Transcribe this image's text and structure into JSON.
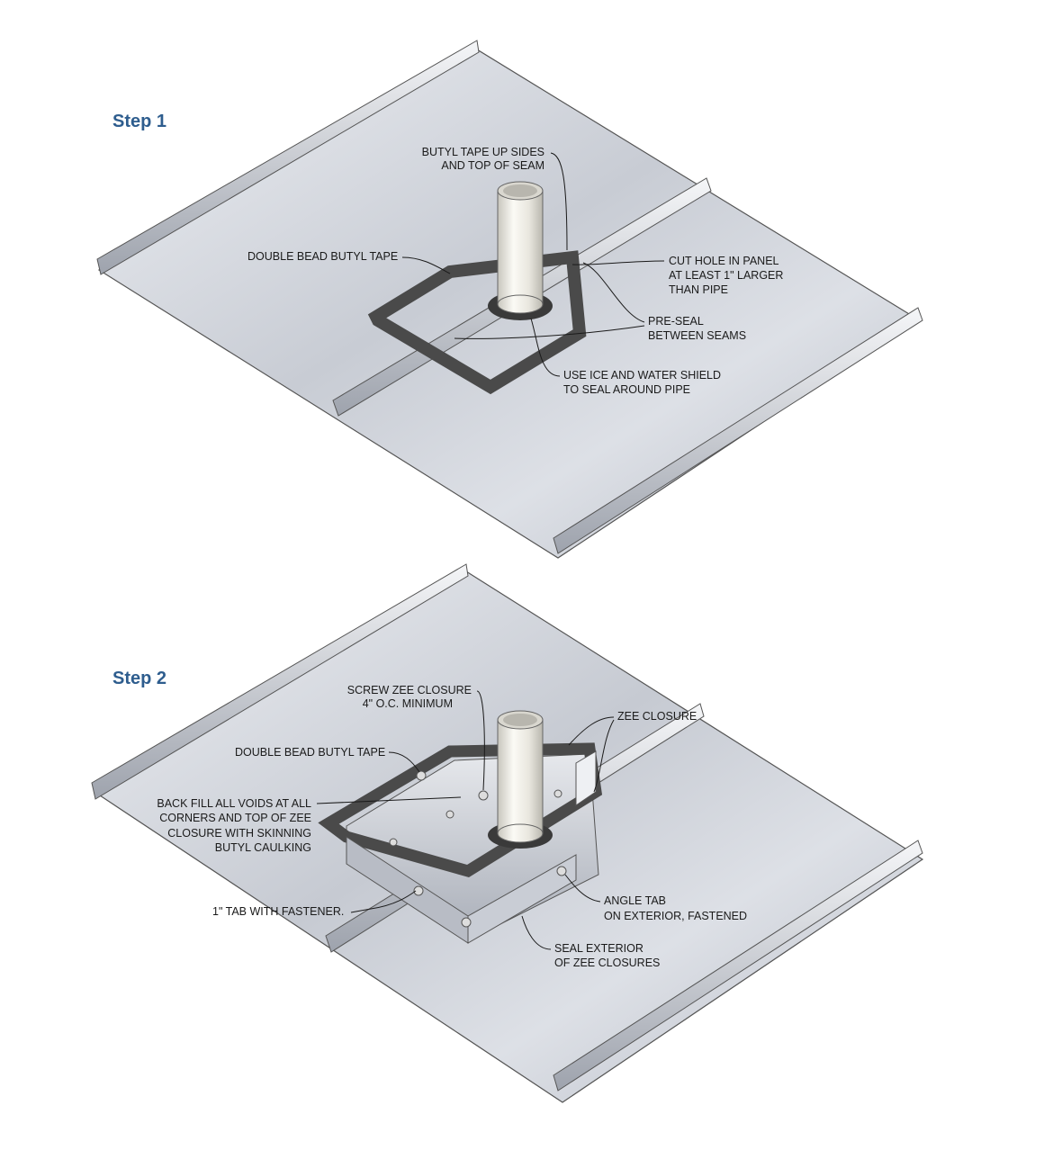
{
  "steps": [
    {
      "title": "Step 1",
      "callouts": {
        "butyl_tape_up_sides": [
          "BUTYL TAPE UP SIDES",
          "AND TOP OF SEAM"
        ],
        "double_bead": [
          "DOUBLE BEAD BUTYL TAPE"
        ],
        "cut_hole": [
          "CUT HOLE IN PANEL",
          "AT LEAST 1\" LARGER",
          "THAN PIPE"
        ],
        "pre_seal": [
          "PRE-SEAL",
          "BETWEEN SEAMS"
        ],
        "ice_water": [
          "USE ICE AND WATER SHIELD",
          "TO SEAL AROUND PIPE"
        ]
      }
    },
    {
      "title": "Step 2",
      "callouts": {
        "screw_zee": [
          "SCREW ZEE CLOSURE",
          "4\" O.C. MINIMUM"
        ],
        "zee_closure": [
          "ZEE CLOSURE"
        ],
        "double_bead": [
          "DOUBLE BEAD BUTYL TAPE"
        ],
        "back_fill": [
          "BACK FILL ALL VOIDS AT ALL",
          "CORNERS AND TOP OF ZEE",
          "CLOSURE WITH SKINNING",
          "BUTYL CAULKING"
        ],
        "tab_fastener": [
          "1\" TAB WITH FASTENER."
        ],
        "angle_tab": [
          "ANGLE TAB",
          "ON EXTERIOR, FASTENED"
        ],
        "seal_exterior": [
          "SEAL EXTERIOR",
          "OF ZEE CLOSURES"
        ]
      }
    }
  ],
  "colors": {
    "title": "#2e5d8e",
    "panel_light": "#e6e9ef",
    "panel_dark": "#b9bec8",
    "butyl": "#4a4a4a",
    "pipe": "#f1f0ea"
  }
}
